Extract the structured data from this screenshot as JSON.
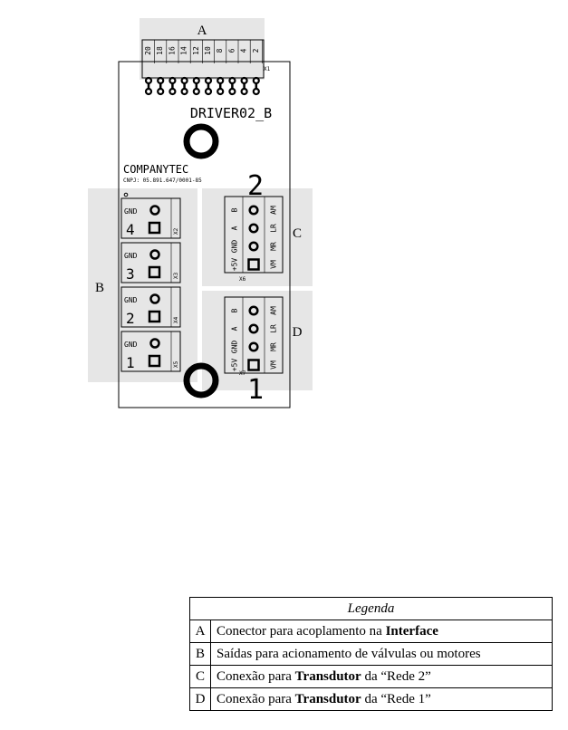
{
  "diagram": {
    "board_title": "DRIVER02_B",
    "company": "COMPANYTEC",
    "cnpj": "CNPJ: 05.891.647/0001-85",
    "connector_x1_ref": "X1",
    "connector_x1_pins": [
      "20",
      "18",
      "16",
      "14",
      "12",
      "10",
      "8",
      "6",
      "4",
      "2"
    ],
    "region_labels": [
      "A",
      "B",
      "C",
      "D"
    ],
    "left_outputs": [
      {
        "gnd": "GND",
        "number": "4",
        "ref": "X2"
      },
      {
        "gnd": "GND",
        "number": "3",
        "ref": "X3"
      },
      {
        "gnd": "GND",
        "number": "2",
        "ref": "X4"
      },
      {
        "gnd": "GND",
        "number": "1",
        "ref": "X5"
      }
    ],
    "right_connectors": [
      {
        "number": "2",
        "ref": "X6",
        "left_pins": [
          "B",
          "A",
          "GND",
          "+5V"
        ],
        "right_pins": [
          "AM",
          "LR",
          "MR",
          "VM"
        ]
      },
      {
        "number": "1",
        "ref": "X7",
        "left_pins": [
          "B",
          "A",
          "GND",
          "+5V"
        ],
        "right_pins": [
          "AM",
          "LR",
          "MR",
          "VM"
        ]
      }
    ]
  },
  "legend": {
    "title": "Legenda",
    "rows": [
      {
        "key": "A",
        "parts": [
          {
            "text": "Conector para acoplamento na ",
            "bold": false
          },
          {
            "text": "Interface",
            "bold": true
          }
        ]
      },
      {
        "key": "B",
        "parts": [
          {
            "text": "Saídas para acionamento de válvulas ou motores",
            "bold": false
          }
        ]
      },
      {
        "key": "C",
        "parts": [
          {
            "text": "Conexão para ",
            "bold": false
          },
          {
            "text": "Transdutor",
            "bold": true
          },
          {
            "text": " da “Rede 2”",
            "bold": false
          }
        ]
      },
      {
        "key": "D",
        "parts": [
          {
            "text": "Conexão para ",
            "bold": false
          },
          {
            "text": "Transdutor",
            "bold": true
          },
          {
            "text": " da “Rede 1”",
            "bold": false
          }
        ]
      }
    ]
  }
}
